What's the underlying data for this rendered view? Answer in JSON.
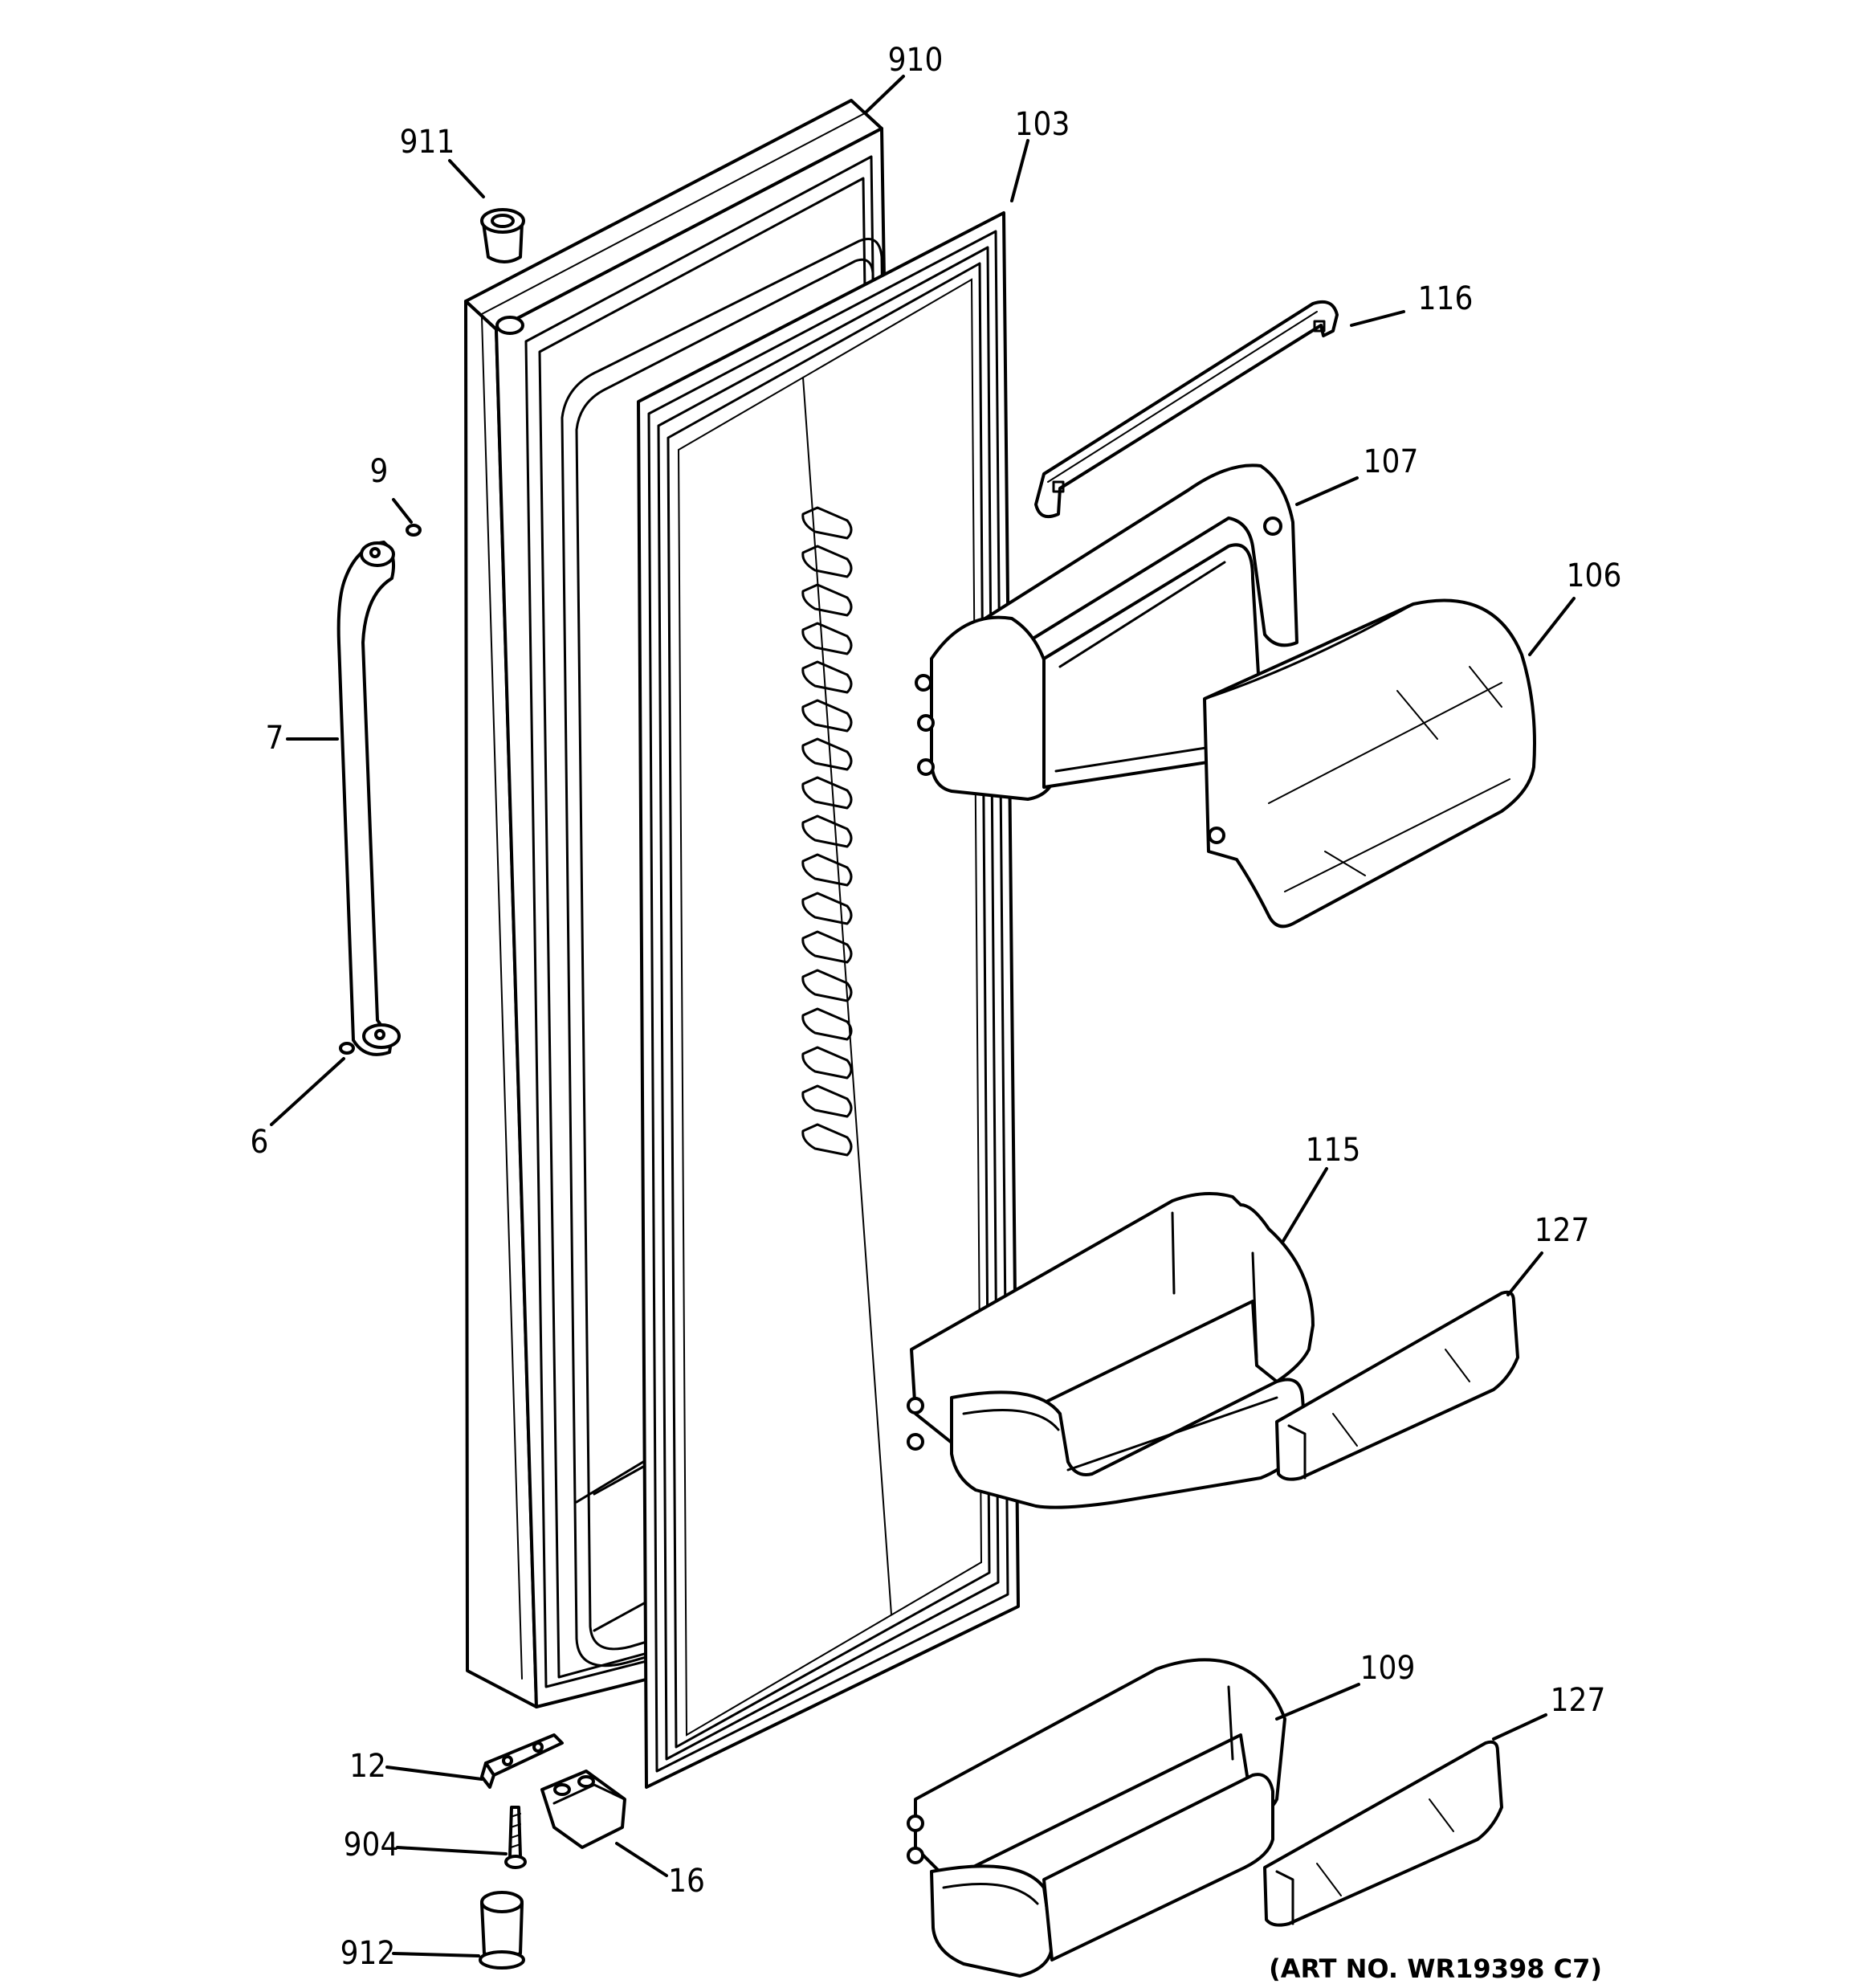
{
  "diagram": {
    "callouts": {
      "c910": "910",
      "c911": "911",
      "c103": "103",
      "c116": "116",
      "c107": "107",
      "c106": "106",
      "c9": "9",
      "c7": "7",
      "c6": "6",
      "c115": "115",
      "c127a": "127",
      "c109": "109",
      "c127b": "127",
      "c12": "12",
      "c904": "904",
      "c16": "16",
      "c912": "912"
    },
    "art_number": "(ART NO. WR19398 C7)"
  }
}
